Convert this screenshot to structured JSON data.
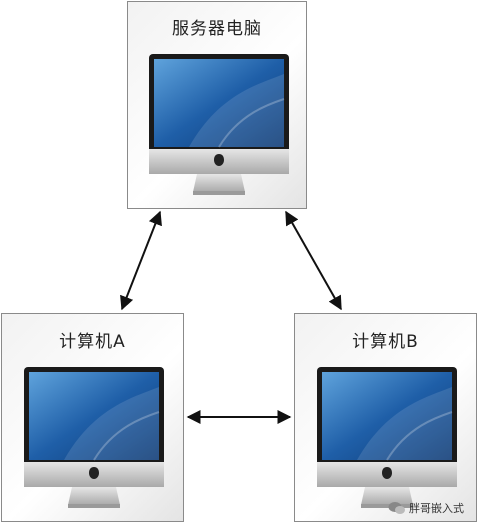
{
  "nodes": {
    "server": {
      "title": "服务器电脑"
    },
    "computer_a": {
      "title": "计算机A"
    },
    "computer_b": {
      "title": "计算机B"
    }
  },
  "watermark": {
    "text": "胖哥嵌入式"
  },
  "icons": {
    "monitor": "imac-monitor-icon",
    "logo": "apple-logo-icon",
    "watermark": "wechat-icon"
  },
  "colors": {
    "screen": "#1f5fa8",
    "border": "#8a8a8a",
    "arrow": "#111111"
  }
}
